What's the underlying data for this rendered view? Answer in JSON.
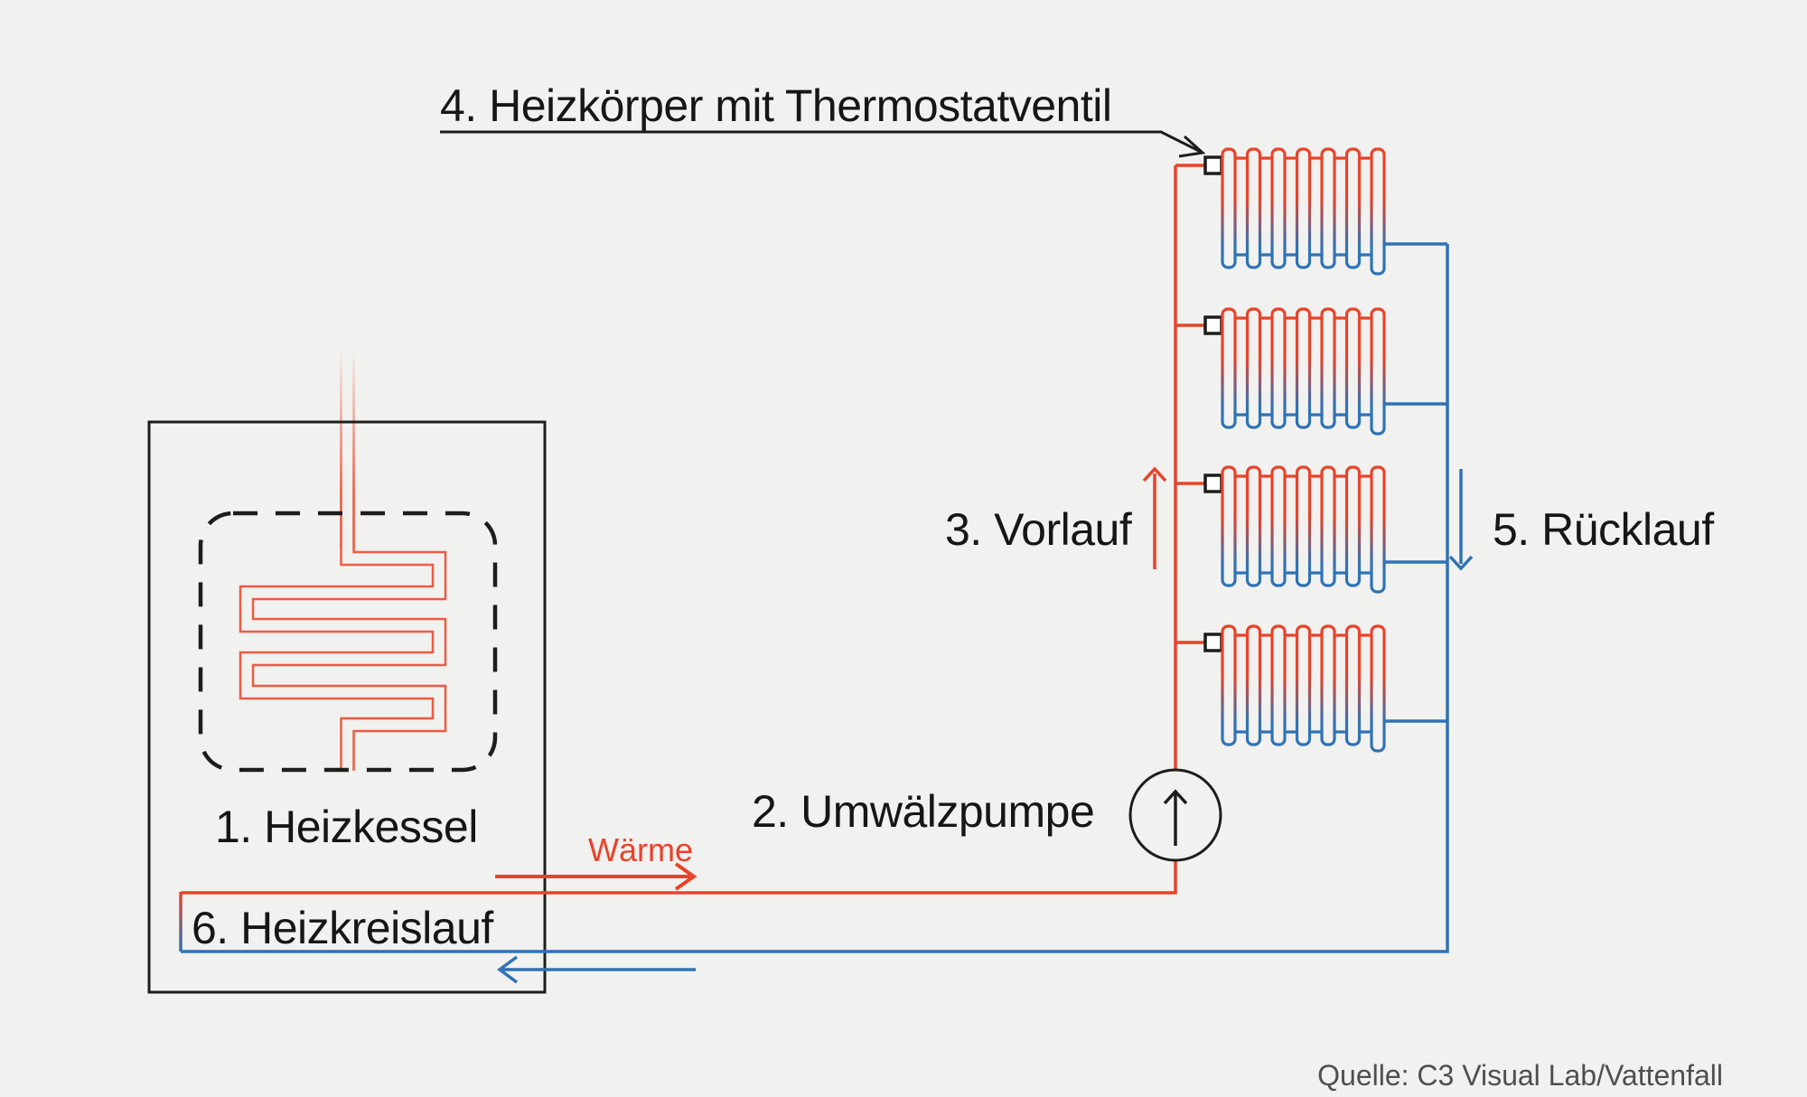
{
  "labels": {
    "radiator_title": "4. Heizkörper mit Thermostatventil",
    "boiler": "1. Heizkessel",
    "pump": "2. Umwälzpumpe",
    "supply": "3. Vorlauf",
    "return": "5. Rücklauf",
    "heat": "Wärme",
    "circuit": "6. Heizkreislauf",
    "source": "Quelle: C3 Visual Lab/Vattenfall"
  },
  "colors": {
    "background": "#f1f1ef",
    "supply_red": "#e8432a",
    "coil_red": "#ee5b41",
    "return_blue": "#2f73b5",
    "line_black": "#1d1d1b",
    "text_black": "#161616",
    "source_gray": "#4f4f4f"
  },
  "diagram": {
    "radiator_count": 4,
    "fins_per_radiator": 7,
    "flow_directions": {
      "supply": "up",
      "return": "down",
      "heat": "right",
      "return_bottom": "left",
      "pump": "up"
    },
    "icons": [
      "thermostat-valve-icon",
      "pump-circle-icon",
      "up-arrow-icon",
      "down-arrow-icon",
      "right-arrow-icon",
      "left-arrow-icon"
    ]
  }
}
